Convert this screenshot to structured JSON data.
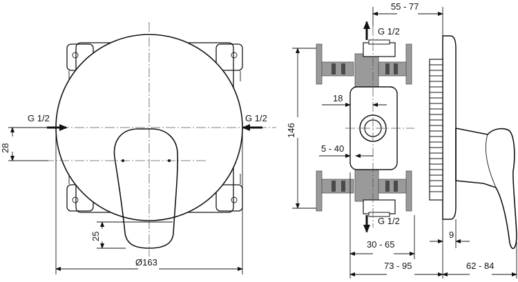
{
  "front_view": {
    "label_inlet_left": "G 1/2",
    "label_inlet_right": "G 1/2",
    "dim_28": "28",
    "dim_25": "25",
    "dim_diameter": "Ø163"
  },
  "side_view": {
    "label_top_outlet": "G 1/2",
    "label_bottom_outlet": "G 1/2",
    "dim_55_77": "55 - 77",
    "dim_146": "146",
    "dim_18": "18",
    "dim_5_40": "5 - 40",
    "dim_9": "9",
    "dim_30_65": "30 - 65",
    "dim_73_95": "73 - 95",
    "dim_62_84": "62 - 84"
  },
  "colors": {
    "line": "#111111",
    "body_gray": "#9a9a9a",
    "dark_gray": "#4a4a4a"
  }
}
